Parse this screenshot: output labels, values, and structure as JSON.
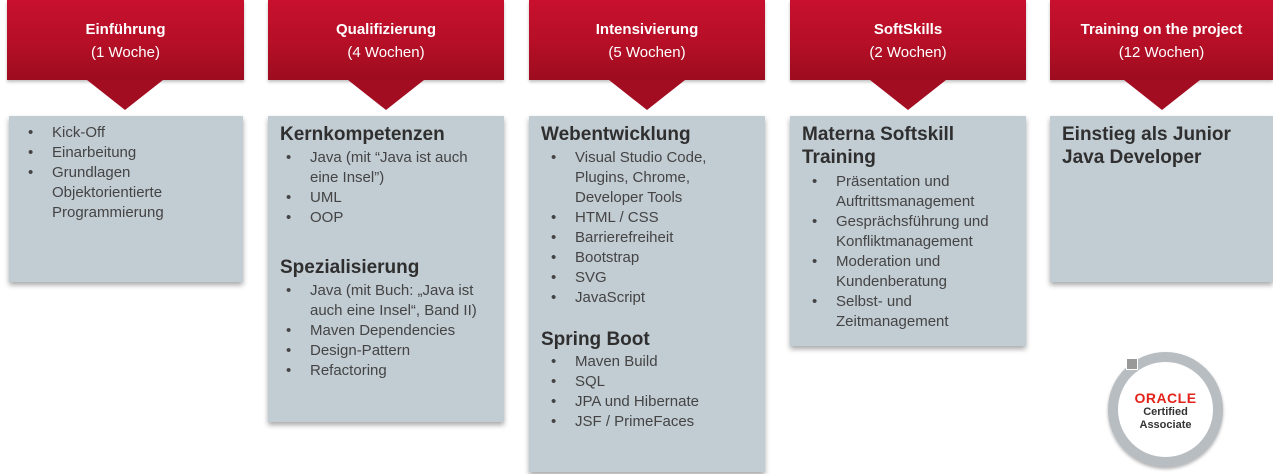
{
  "phases": [
    {
      "title": "Einführung",
      "duration": "(1 Woche)",
      "sections": [
        {
          "heading": "",
          "items": [
            "Kick-Off",
            "Einarbeitung",
            "Grundlagen Objektorientierte Programmierung"
          ]
        }
      ]
    },
    {
      "title": "Qualifizierung",
      "duration": "(4 Wochen)",
      "sections": [
        {
          "heading": "Kernkompetenzen",
          "items": [
            "Java (mit “Java ist auch eine Insel”)",
            "UML",
            "OOP"
          ]
        },
        {
          "heading": "Spezialisierung",
          "items": [
            "Java (mit Buch: „Java ist auch eine Insel“, Band II)",
            "Maven Dependencies",
            "Design-Pattern",
            "Refactoring"
          ]
        }
      ]
    },
    {
      "title": "Intensivierung",
      "duration": "(5 Wochen)",
      "sections": [
        {
          "heading": "Webentwicklung",
          "items": [
            "Visual Studio Code, Plugins, Chrome, Developer Tools",
            "HTML / CSS",
            "Barrierefreiheit",
            "Bootstrap",
            "SVG",
            "JavaScript"
          ]
        },
        {
          "heading": "Spring Boot",
          "items": [
            "Maven Build",
            "SQL",
            "JPA und Hibernate",
            "JSF / PrimeFaces"
          ]
        }
      ]
    },
    {
      "title": "SoftSkills",
      "duration": "(2 Wochen)",
      "sections": [
        {
          "heading": "Materna Softskill Training",
          "items": [
            "Präsentation und Auftrittsmanagement",
            "Gesprächsführung und Konfliktmanagement",
            "Moderation und Kundenberatung",
            "Selbst- und Zeitmanagement"
          ]
        }
      ]
    },
    {
      "title": "Training on the project",
      "duration": "(12 Wochen)",
      "sections": [
        {
          "heading": "Einstieg als Junior Java Developer",
          "items": []
        }
      ]
    }
  ],
  "badge": {
    "logo": "ORACLE",
    "line1": "Certified",
    "line2": "Associate"
  },
  "colors": {
    "header_red": "#b50f26",
    "box_grey": "#c2ccd3"
  }
}
